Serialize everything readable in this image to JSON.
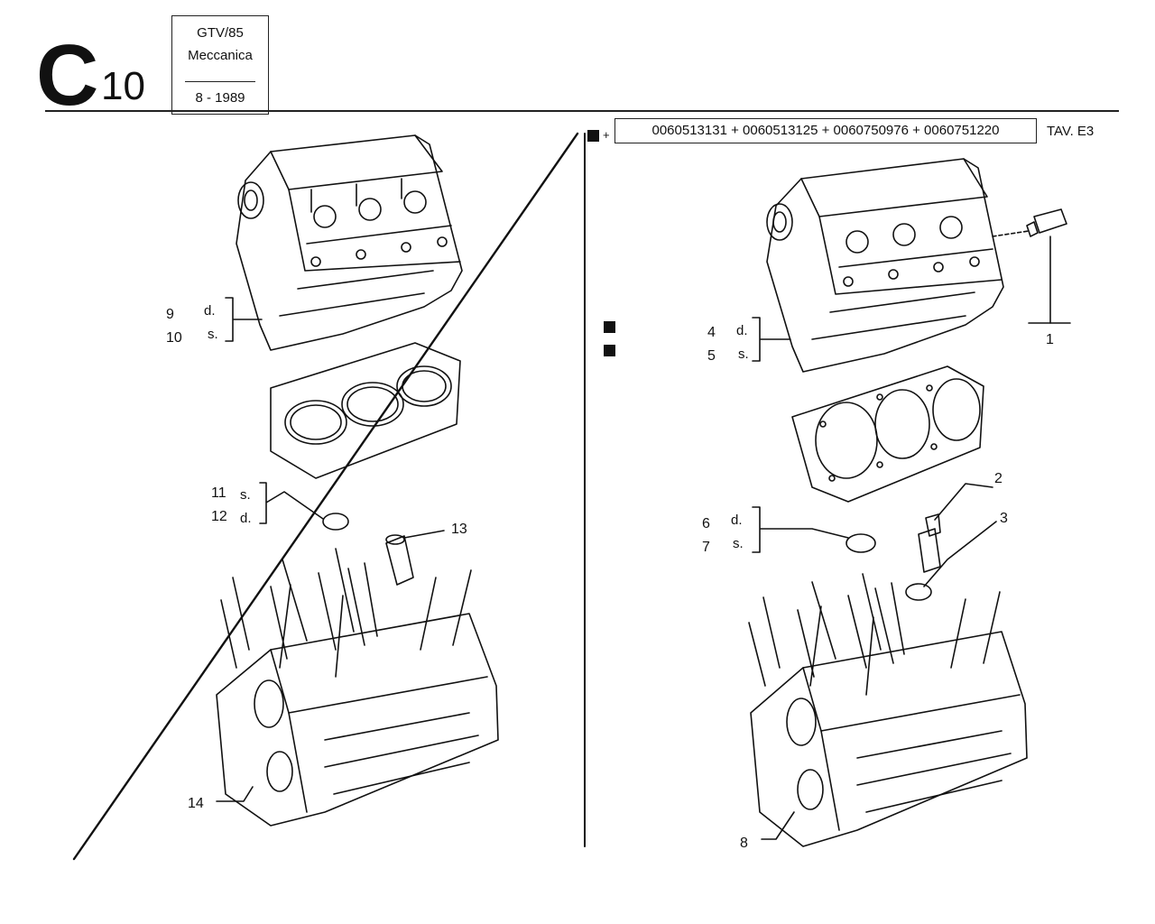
{
  "header": {
    "section_letter": "C",
    "section_number": "10",
    "model": "GTV/85",
    "category": "Meccanica",
    "date": "8 - 1989"
  },
  "right_panel": {
    "part_numbers": "0060513131 + 0060513125 + 0060750976 + 0060751220",
    "plus_sign": "+",
    "table_ref": "TAV. E3"
  },
  "callouts": {
    "left": {
      "n9": "9",
      "n10": "10",
      "d_upper": "d.",
      "s_upper": "s.",
      "n11": "11",
      "n12": "12",
      "s_lower": "s.",
      "d_lower": "d.",
      "n13": "13",
      "n14": "14"
    },
    "right": {
      "n1": "1",
      "n2": "2",
      "n3": "3",
      "n4": "4",
      "n5": "5",
      "d_upper": "d.",
      "s_upper": "s.",
      "n6": "6",
      "n7": "7",
      "d_lower": "d.",
      "s_lower": "s.",
      "n8": "8"
    }
  },
  "colors": {
    "ink": "#111111",
    "paper": "#ffffff"
  }
}
